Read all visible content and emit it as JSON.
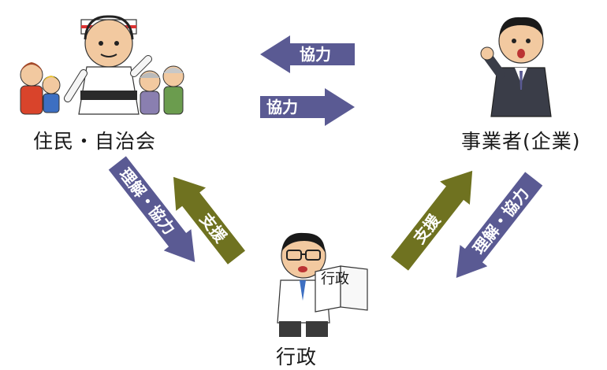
{
  "nodes": {
    "residents": "住民・自治会",
    "business": "事業者(企業)",
    "government": "行政"
  },
  "arrows": {
    "top_left": "協力",
    "top_right": "協力",
    "left_down": "理解・協力",
    "left_up": "支援",
    "right_up": "支援",
    "right_down": "理解・協力"
  },
  "book_text": "行政",
  "colors": {
    "cooperation": "#5a5a93",
    "support": "#6f7220",
    "text": "#1a1a1a"
  },
  "icons": [
    "residents-group-illustration",
    "businessman-illustration",
    "official-with-book-illustration"
  ]
}
